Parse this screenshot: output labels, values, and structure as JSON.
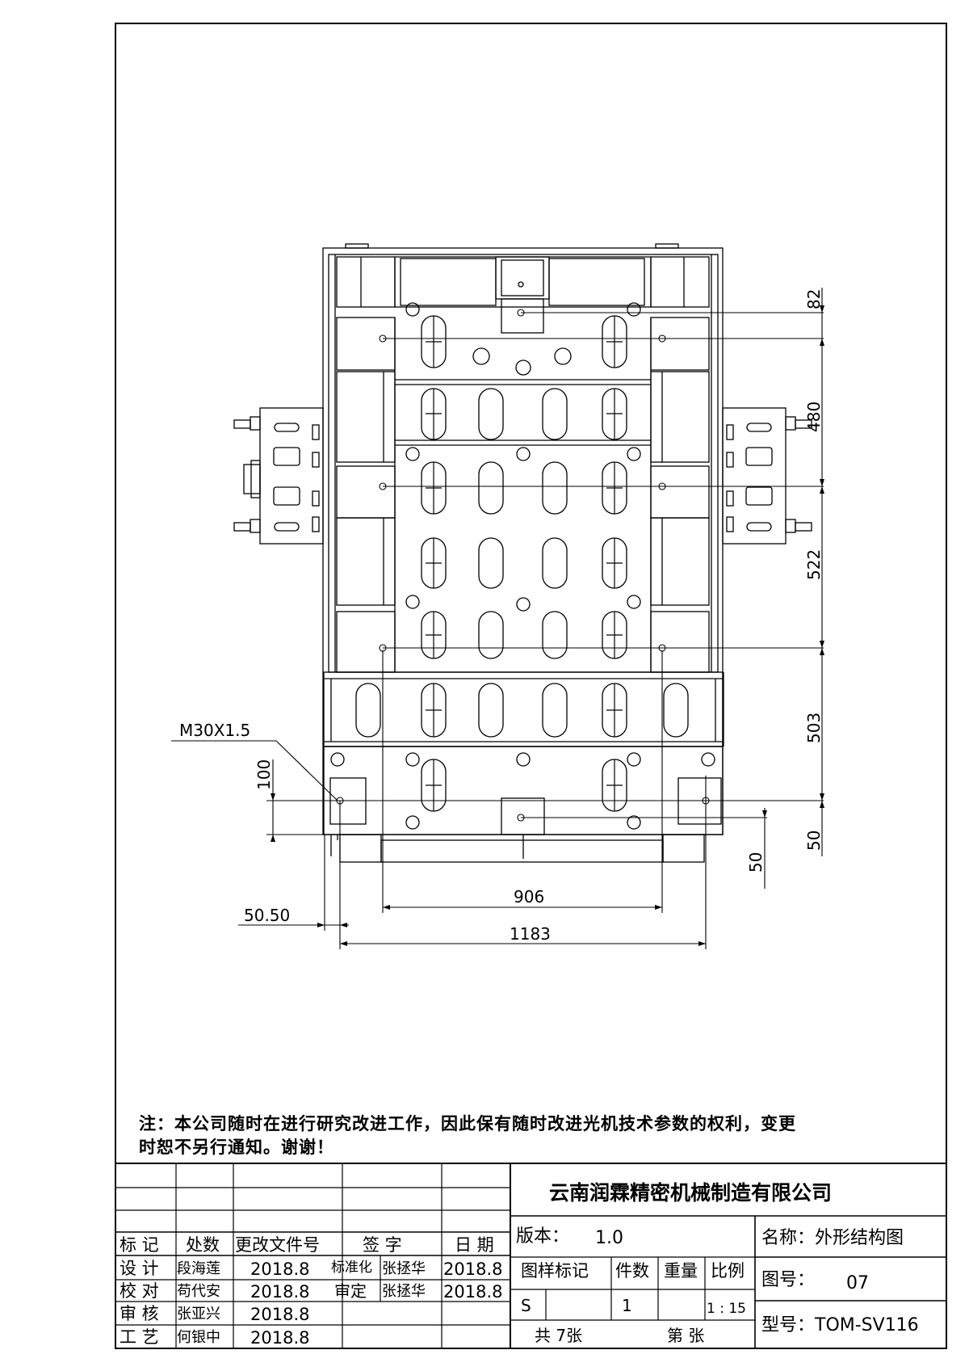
{
  "drawing": {
    "dimensions": {
      "d82": "82",
      "d480": "480",
      "d522": "522",
      "d503": "503",
      "d50_right": "50",
      "d50_bottom": "50",
      "d100": "100",
      "d906": "906",
      "d1183": "1183",
      "d50_50": "50.50"
    },
    "callout": "M30X1.5"
  },
  "note": {
    "line1": "注：本公司随时在进行研究改进工作，因此保有随时改进光机技术参数的权利，变更",
    "line2": "时恕不另行通知。谢谢！"
  },
  "title_block": {
    "company": "云南润霖精密机械制造有限公司",
    "version_label": "版本：",
    "version_value": "1.0",
    "name_label": "名称：外形结构图",
    "drawing_no_label": "图号：",
    "drawing_no_value": "07",
    "model_label": "型号：TOM-SV116",
    "headers": {
      "mark": "标 记",
      "place_count": "处数",
      "change_doc": "更改文件号",
      "signature": "签  字",
      "date": "日  期"
    },
    "sample_headers": {
      "sample_mark": "图样标记",
      "quantity": "件数",
      "weight": "重量",
      "scale": "比例"
    },
    "sample_values": {
      "sample_mark": "S",
      "quantity": "1",
      "scale": "1 : 15"
    },
    "sheets": {
      "total": "共 7张",
      "current": "第  张"
    },
    "roles": [
      {
        "role": "设 计",
        "name": "段海莲",
        "date": "2018.8"
      },
      {
        "role": "校 对",
        "name": "苟代安",
        "date": "2018.8"
      },
      {
        "role": "审 核",
        "name": "张亚兴",
        "date": "2018.8"
      },
      {
        "role": "工 艺",
        "name": "何银中",
        "date": "2018.8"
      }
    ],
    "approvals": [
      {
        "role": "标准化",
        "name": "张拯华",
        "date": "2018.8"
      },
      {
        "role": "审定",
        "name": "张拯华",
        "date": "2018.8"
      }
    ]
  }
}
